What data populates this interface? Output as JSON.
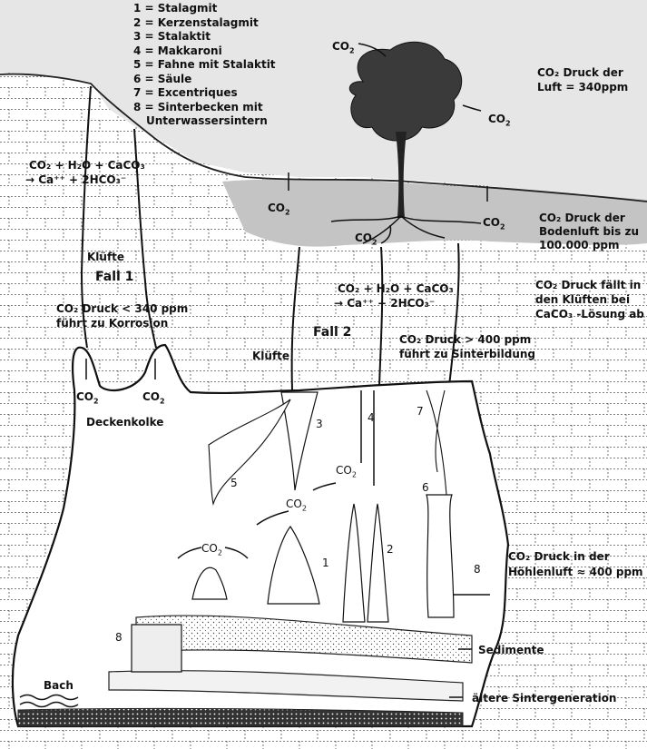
{
  "legend": [
    "1 = Stalagmit",
    "2 = Kerzenstalagmit",
    "3 = Stalaktit",
    "4 = Makkaroni",
    "5 = Fahne mit Stalaktit",
    "6 = Säule",
    "7 = Excentriques",
    "8 = Sinterbecken mit",
    "Unterwassersintern"
  ],
  "co2": "CO",
  "co2_sub": "2",
  "labels": {
    "reaction_left_1": "CO₂ + H₂O + CaCO₃",
    "reaction_left_2": "→ Ca⁺⁺ + 2HCO₃⁻",
    "reaction_right_1": "CO₂ + H₂O + CaCO₃",
    "reaction_right_2": "→ Ca⁺⁺ + 2HCO₃⁻",
    "kluefte_left": "Klüfte",
    "fall1": "Fall 1",
    "fall1_text_1": "CO₂ Druck < 340 ppm",
    "fall1_text_2": "führt zu Korrosion",
    "deckenkolke": "Deckenkolke",
    "fall2": "Fall 2",
    "kluefte_right": "Klüfte",
    "fall2_text_1": "CO₂ Druck > 400 ppm",
    "fall2_text_2": "führt zu Sinterbildung",
    "air_1": "CO₂ Druck der",
    "air_2": "Luft = 340ppm",
    "soil_1": "CO₂ Druck der",
    "soil_2": "Bodenluft bis zu",
    "soil_3": "100.000 ppm",
    "drop_1": "CO₂ Druck fällt in",
    "drop_2": "den Klüften bei",
    "drop_3": "CaCO₃ -Lösung ab",
    "cave_1": "CO₂ Druck in der",
    "cave_2": "Höhlenluft ≈ 400 ppm",
    "sedimente": "Sedimente",
    "sinter": "ältere Sintergeneration",
    "bach": "Bach"
  },
  "numbers": [
    "1",
    "2",
    "3",
    "4",
    "5",
    "6",
    "7",
    "8",
    "8"
  ]
}
